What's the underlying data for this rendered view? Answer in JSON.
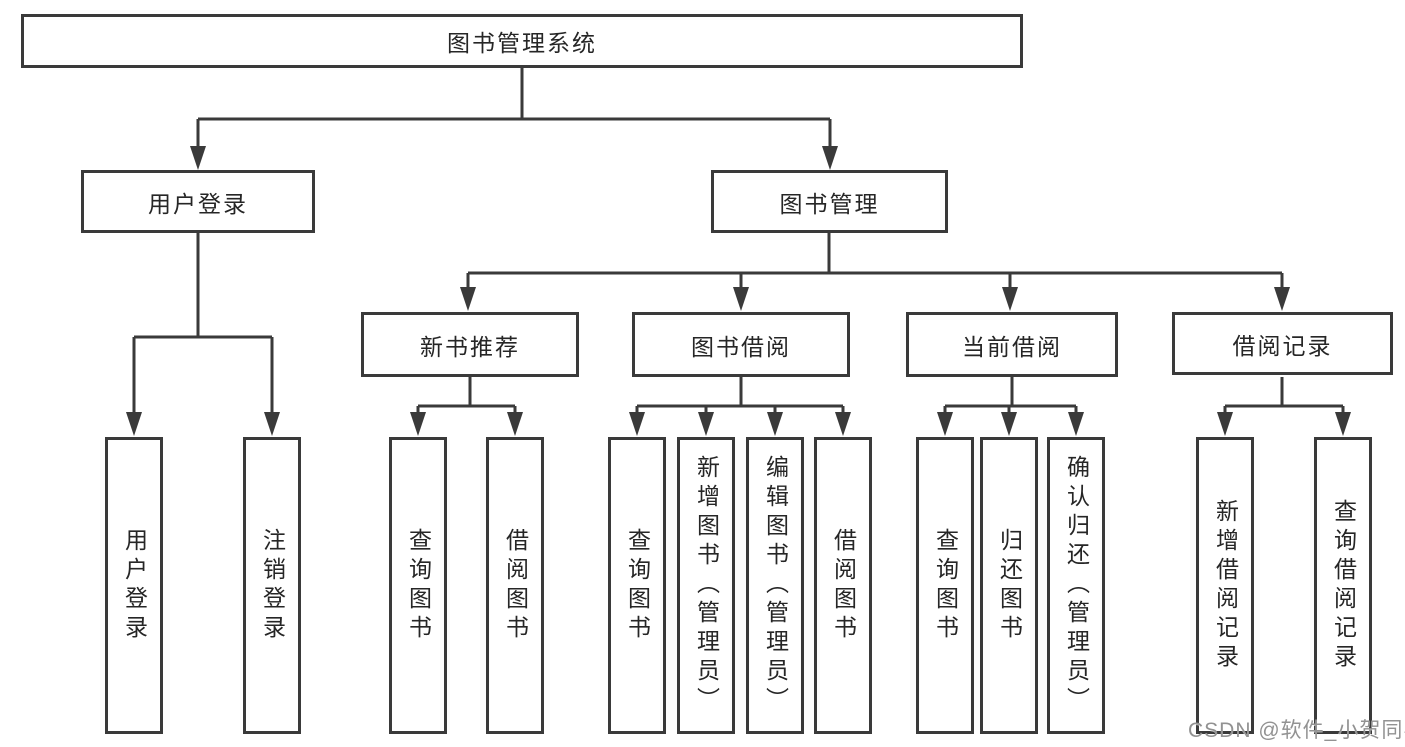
{
  "diagram": {
    "root": {
      "label": "图书管理系统"
    },
    "branches": {
      "user_login": {
        "label": "用户登录"
      },
      "book_mgmt": {
        "label": "图书管理"
      }
    },
    "modules": {
      "new_book": {
        "label": "新书推荐"
      },
      "book_borrow": {
        "label": "图书借阅"
      },
      "current_borrow": {
        "label": "当前借阅"
      },
      "borrow_record": {
        "label": "借阅记录"
      }
    },
    "leaves": {
      "login": "用户登录",
      "logout": "注销登录",
      "nb_query": "查询图书",
      "nb_borrow": "借阅图书",
      "bb_query": "查询图书",
      "bb_add": "新增图书（管理员）",
      "bb_edit": "编辑图书（管理员）",
      "bb_borrow": "借阅图书",
      "cb_query": "查询图书",
      "cb_return": "归还图书",
      "cb_confirm": "确认归还（管理员）",
      "br_add": "新增借阅记录",
      "br_query": "查询借阅记录"
    }
  },
  "watermark": {
    "text": "CSDN @软件_小贺同学"
  },
  "colors": {
    "line": "#3a3a3a",
    "text": "#262626",
    "watermark": "#929292",
    "background": "#ffffff"
  }
}
